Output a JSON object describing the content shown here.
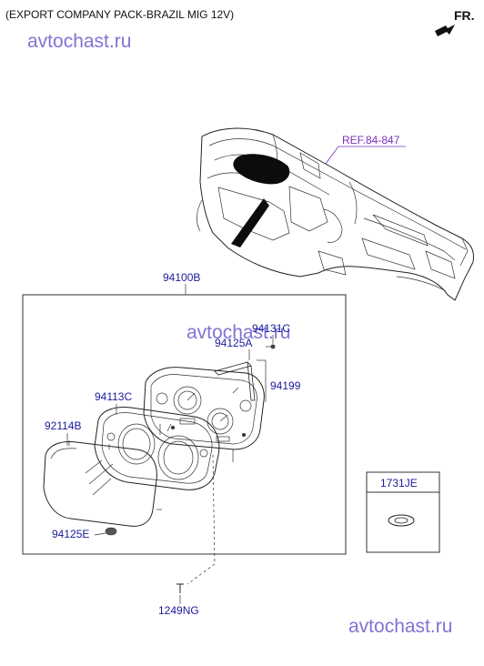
{
  "header": {
    "title": "(EXPORT COMPANY PACK-BRAZIL MIG 12V)",
    "direction": "FR."
  },
  "watermarks": [
    "avtochast.ru",
    "avtochast.ru",
    "avtochast.ru"
  ],
  "reference": "REF.84-847",
  "assembly_label": "94100B",
  "callouts": {
    "p94131C": "94131C",
    "p94125A": "94125A",
    "p94199": "94199",
    "p94113C": "94113C",
    "p92114B": "92114B",
    "p94125E": "94125E",
    "p1249NG": "1249NG",
    "p1731JE": "1731JE"
  },
  "colors": {
    "callout": "#1a1a9c",
    "reference": "#7b2fbf",
    "watermark": "#6a5acd"
  }
}
